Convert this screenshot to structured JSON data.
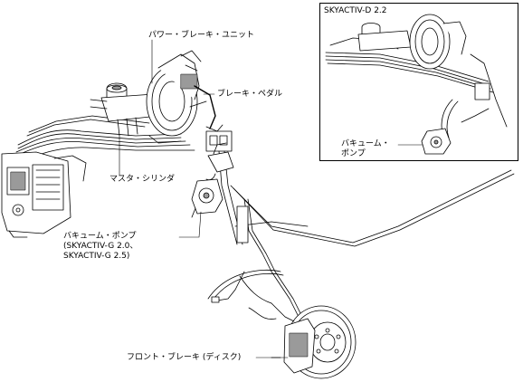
{
  "labels": {
    "power_brake_unit": "パワー・ブレーキ・ユニット",
    "brake_pedal": "ブレーキ・ペダル",
    "master_cylinder": "マスタ・シリンダ",
    "vacuum_pump_g": [
      "バキューム・ポンプ",
      "(SKYACTIV-G 2.0、",
      "SKYACTIV-G 2.5)"
    ],
    "front_brake": "フロント・ブレーキ (ディスク)"
  },
  "inset": {
    "title": "SKYACTIV-D 2.2",
    "vacuum_pump_d": [
      "バキューム・",
      "ポンプ"
    ]
  },
  "colors": {
    "line": "#000000",
    "fill": "#ffffff",
    "shade": "#9a9a9a"
  }
}
